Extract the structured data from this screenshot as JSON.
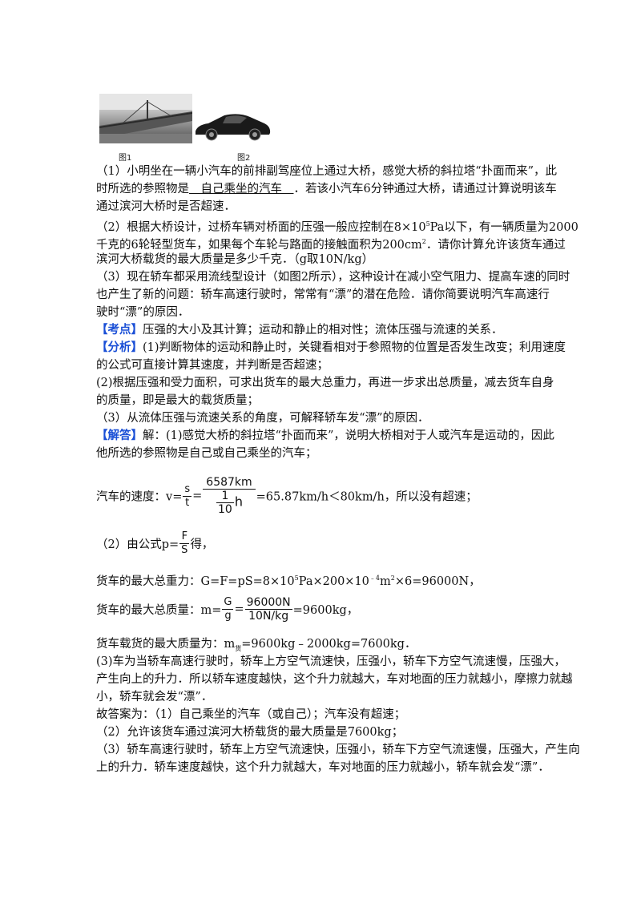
{
  "figures": {
    "fig1_caption": "图1",
    "fig2_caption": "图2"
  },
  "q1": {
    "line1": "（1）小明坐在一辆小汽车的前排副驾座位上通过大桥，感觉大桥的斜拉塔“扑面而来”，此",
    "line2_pre": "时所选的参照物是",
    "line2_blank": "　自己乘坐的汽车　",
    "line2_post": "．若该小汽车6分钟通过大桥，请通过计算说明该车",
    "line3": "通过滨河大桥时是否超速．"
  },
  "q2": {
    "line1_pre": "（2）根据大桥设计，过桥车辆对桥面的压强一般应控制在8×10",
    "line1_sup": "5",
    "line1_post": "Pa以下，有一辆质量为2000",
    "line2_pre": "千克的6轮轻型货车，如果每个车轮与路面的接触面积为200cm",
    "line2_sup": "2",
    "line2_post": "．请你计算允许该货车通过",
    "line3": "滨河大桥载货的最大质量是多少千克．（g取10N/kg）"
  },
  "q3": {
    "line1": "（3）现在轿车都采用流线型设计（如图2所示），这种设计在减小空气阻力、提高车速的同时",
    "line2": "也产生了新的问题：轿车高速行驶时，常常有“漂”的潜在危险．请你简要说明汽车高速行",
    "line3": "驶时“漂”的原因．"
  },
  "kaodian": {
    "tag": "【考点】",
    "text": "压强的大小及其计算；运动和静止的相对性；流体压强与流速的关系．"
  },
  "fenxi": {
    "tag": "【分析】",
    "line1": "(1)判断物体的运动和静止时，关键看相对于参照物的位置是否发生改变；利用速度",
    "line2": "的公式可直接计算其速度，并判断是否超速；",
    "line3": "(2)根据压强和受力面积，可求出货车的最大总重力，再进一步求出总质量，减去货车自身",
    "line4": "的质量，即是最大的载货质量；",
    "line5": "（3）从流体压强与流速关系的角度，可解释轿车发“漂”的原因．"
  },
  "jieda": {
    "tag": "【解答】",
    "line1": "解：(1)感觉大桥的斜拉塔“扑面而来”，说明大桥相对于人或汽车是运动的，因此",
    "line2": "他所选的参照物是自己或自己乘坐的汽车；",
    "speed_label": "汽车的速度：v=",
    "speed_s": "s",
    "speed_t": "t",
    "speed_eq": "=",
    "speed_num": "6587km",
    "speed_den_num": "1",
    "speed_den_den": "10",
    "speed_den_unit": "h",
    "speed_result": "=65.87km/h＜80km/h，所以没有超速；",
    "p_pre": "（2）由公式p=",
    "p_F": "F",
    "p_S": "S",
    "p_post": "得，",
    "G_pre": "货车的最大总重力：G=F=pS=8×10",
    "G_sup1": "5",
    "G_mid": "Pa×200×10",
    "G_sup2": "﹣4",
    "G_m": "m",
    "G_sup3": "2",
    "G_post": "×6=96000N，",
    "m_pre": "货车的最大总质量：m=",
    "m_G": "G",
    "m_g": "g",
    "m_eq": "=",
    "m_num": "96000N",
    "m_den": "10N/kg",
    "m_post": "=9600kg，",
    "cargo_pre": "货车载货的最大质量为：m",
    "cargo_sub": "货",
    "cargo_post": "=9600kg﹣2000kg=7600kg．",
    "q3_line1": "(3)车为当轿车高速行驶时，轿车上方空气流速快，压强小，轿车下方空气流速慢，压强大，",
    "q3_line2": "产生向上的升力．所以轿车速度越快，这个升力就越大，车对地面的压力就越小，摩擦力就越",
    "q3_line3": "小，轿车就会发“漂”．"
  },
  "answer": {
    "line1": "故答案为：（1）自己乘坐的汽车（或自己）；汽车没有超速；",
    "line2": "（2）允许该货车通过滨河大桥载货的最大质量是7600kg；",
    "line3": "（3）轿车高速行驶时，轿车上方空气流速快，压强小，轿车下方空气流速慢，压强大，产生向",
    "line4": "上的升力．轿车速度越快，这个升力就越大，车对地面的压力就越小，轿车就会发“漂”．"
  }
}
